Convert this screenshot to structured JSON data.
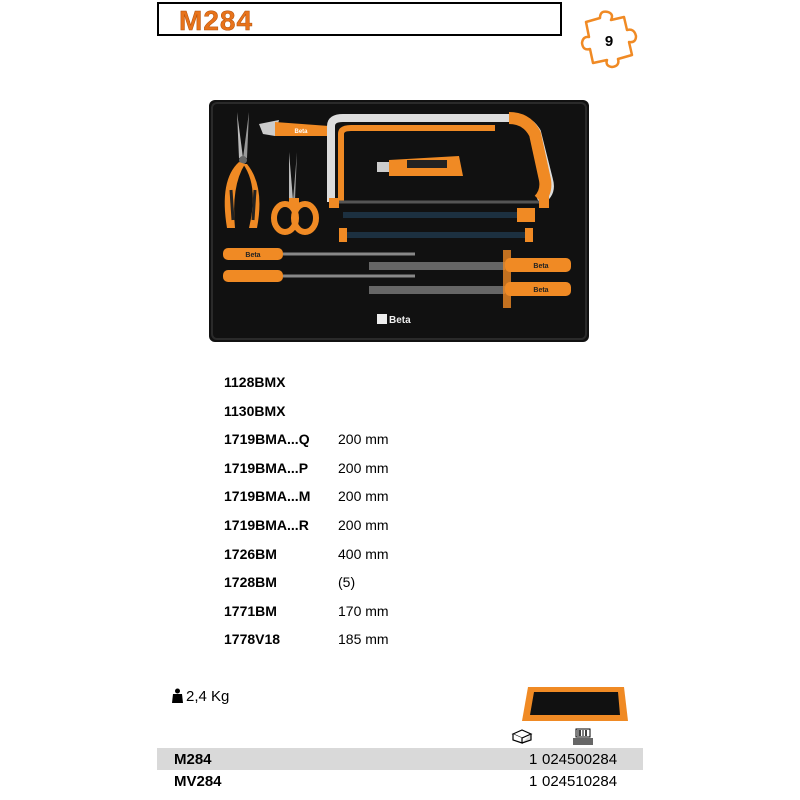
{
  "title": "M284",
  "badge_count": "9",
  "tray_logo": "Beta",
  "tool_labels": [
    "Beta",
    "Beta",
    "Beta",
    "Beta"
  ],
  "parts": [
    {
      "code": "1128BMX",
      "size": ""
    },
    {
      "code": "1130BMX",
      "size": ""
    },
    {
      "code": "1719BMA...Q",
      "size": "200 mm"
    },
    {
      "code": "1719BMA...P",
      "size": "200 mm"
    },
    {
      "code": "1719BMA...M",
      "size": "200 mm"
    },
    {
      "code": "1719BMA...R",
      "size": "200 mm"
    },
    {
      "code": "1726BM",
      "size": "400 mm"
    },
    {
      "code": "1728BM",
      "size": "(5)"
    },
    {
      "code": "1771BM",
      "size": "170 mm"
    },
    {
      "code": "1778V18",
      "size": "185 mm"
    }
  ],
  "weight": "2,4 Kg",
  "order_rows": [
    {
      "code": "M284",
      "qty": "1",
      "number": "024500284"
    },
    {
      "code": "MV284",
      "qty": "1",
      "number": "024510284"
    }
  ],
  "colors": {
    "brand_orange": "#f08a24",
    "tray_black": "#111111",
    "row_shade": "#d9d9d9"
  },
  "icons": [
    "puzzle-icon",
    "weight-icon",
    "box-icon",
    "barcode-icon"
  ]
}
